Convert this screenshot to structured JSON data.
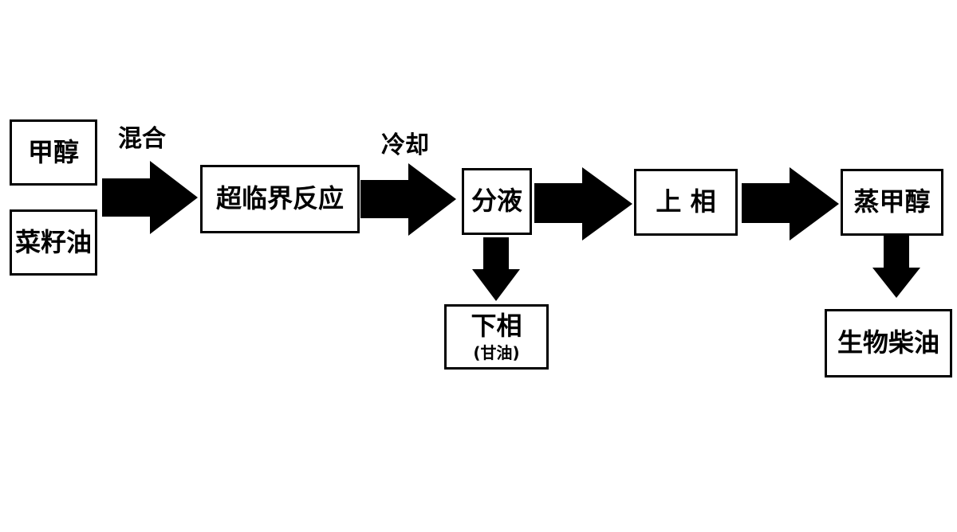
{
  "nodes": {
    "methanol": "甲醇",
    "rapeseed_oil": "菜籽油",
    "supercritical_reaction": "超临界反应",
    "liquid_separation": "分液",
    "upper_phase": "上 相",
    "evaporate_methanol": "蒸甲醇",
    "lower_phase": "下相",
    "lower_phase_note": "(甘油)",
    "biodiesel": "生物柴油"
  },
  "edge_labels": {
    "mix": "混合",
    "cool": "冷却"
  },
  "colors": {
    "stroke": "#000000",
    "fill": "#ffffff",
    "arrow": "#000000"
  }
}
